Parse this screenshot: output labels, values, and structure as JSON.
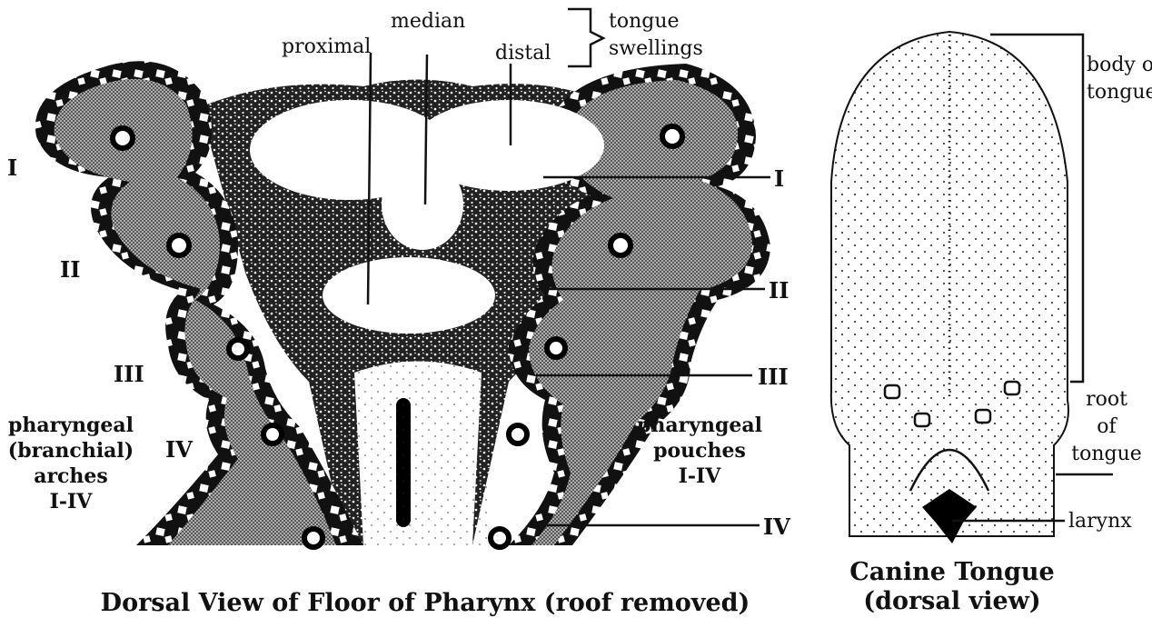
{
  "pharynx": {
    "caption": "Dorsal View of Floor of Pharynx (roof removed)",
    "swellings": {
      "proximal": "proximal",
      "median": "median",
      "distal": "distal",
      "group_line1": "tongue",
      "group_line2": "swellings"
    },
    "arches_label": [
      "pharyngeal",
      "(branchial)",
      "arches",
      "I-IV"
    ],
    "arch_numerals": [
      "I",
      "II",
      "III",
      "IV"
    ],
    "pouches_label": [
      "pharyngeal",
      "pouches",
      "I-IV"
    ],
    "pouch_numerals": [
      "I",
      "II",
      "III",
      "IV"
    ]
  },
  "tongue": {
    "caption_line1": "Canine Tongue",
    "caption_line2": "(dorsal view)",
    "body_label": [
      "body of",
      "tongue"
    ],
    "root_label": [
      "root",
      "of",
      "tongue"
    ],
    "larynx_label": "larynx"
  },
  "colors": {
    "ink": "#111111",
    "arch_fill": "#8a8a8a",
    "background": "#ffffff"
  }
}
